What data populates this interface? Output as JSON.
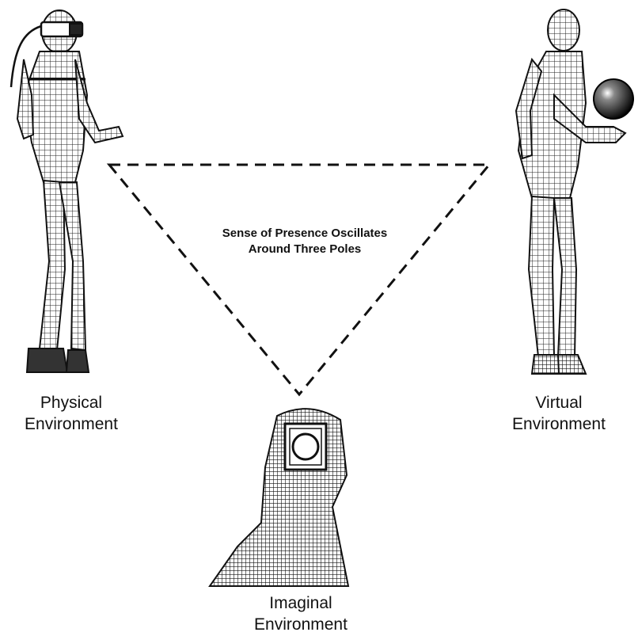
{
  "diagram": {
    "center_text": [
      "Sense of Presence Oscillates",
      "Around Three Poles"
    ],
    "poles": {
      "physical": {
        "line1": "Physical",
        "line2": "Environment",
        "icon": "vr-headset-human-figure"
      },
      "virtual": {
        "line1": "Virtual",
        "line2": "Environment",
        "icon": "wireframe-human-holding-sphere"
      },
      "imaginal": {
        "line1": "Imaginal",
        "line2": "Environment",
        "icon": "wireframe-head-with-symbol"
      }
    },
    "colors": {
      "ink": "#111111",
      "background": "#ffffff"
    }
  }
}
